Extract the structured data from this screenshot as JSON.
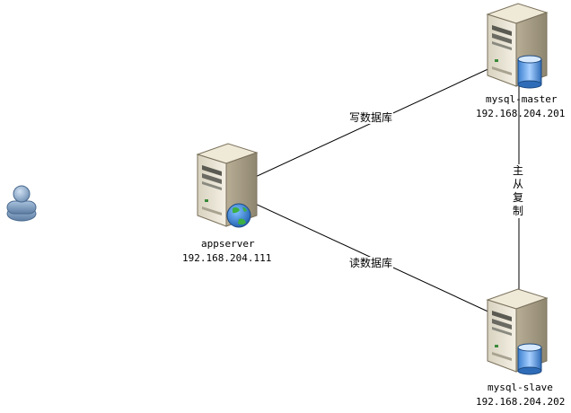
{
  "nodes": {
    "appserver": {
      "name": "appserver",
      "ip": "192.168.204.111"
    },
    "master": {
      "name": "mysql-master",
      "ip": "192.168.204.201"
    },
    "slave": {
      "name": "mysql-slave",
      "ip": "192.168.204.202"
    }
  },
  "edges": {
    "write": "写数据库",
    "read": "读数据库",
    "replication": "主从复制"
  }
}
